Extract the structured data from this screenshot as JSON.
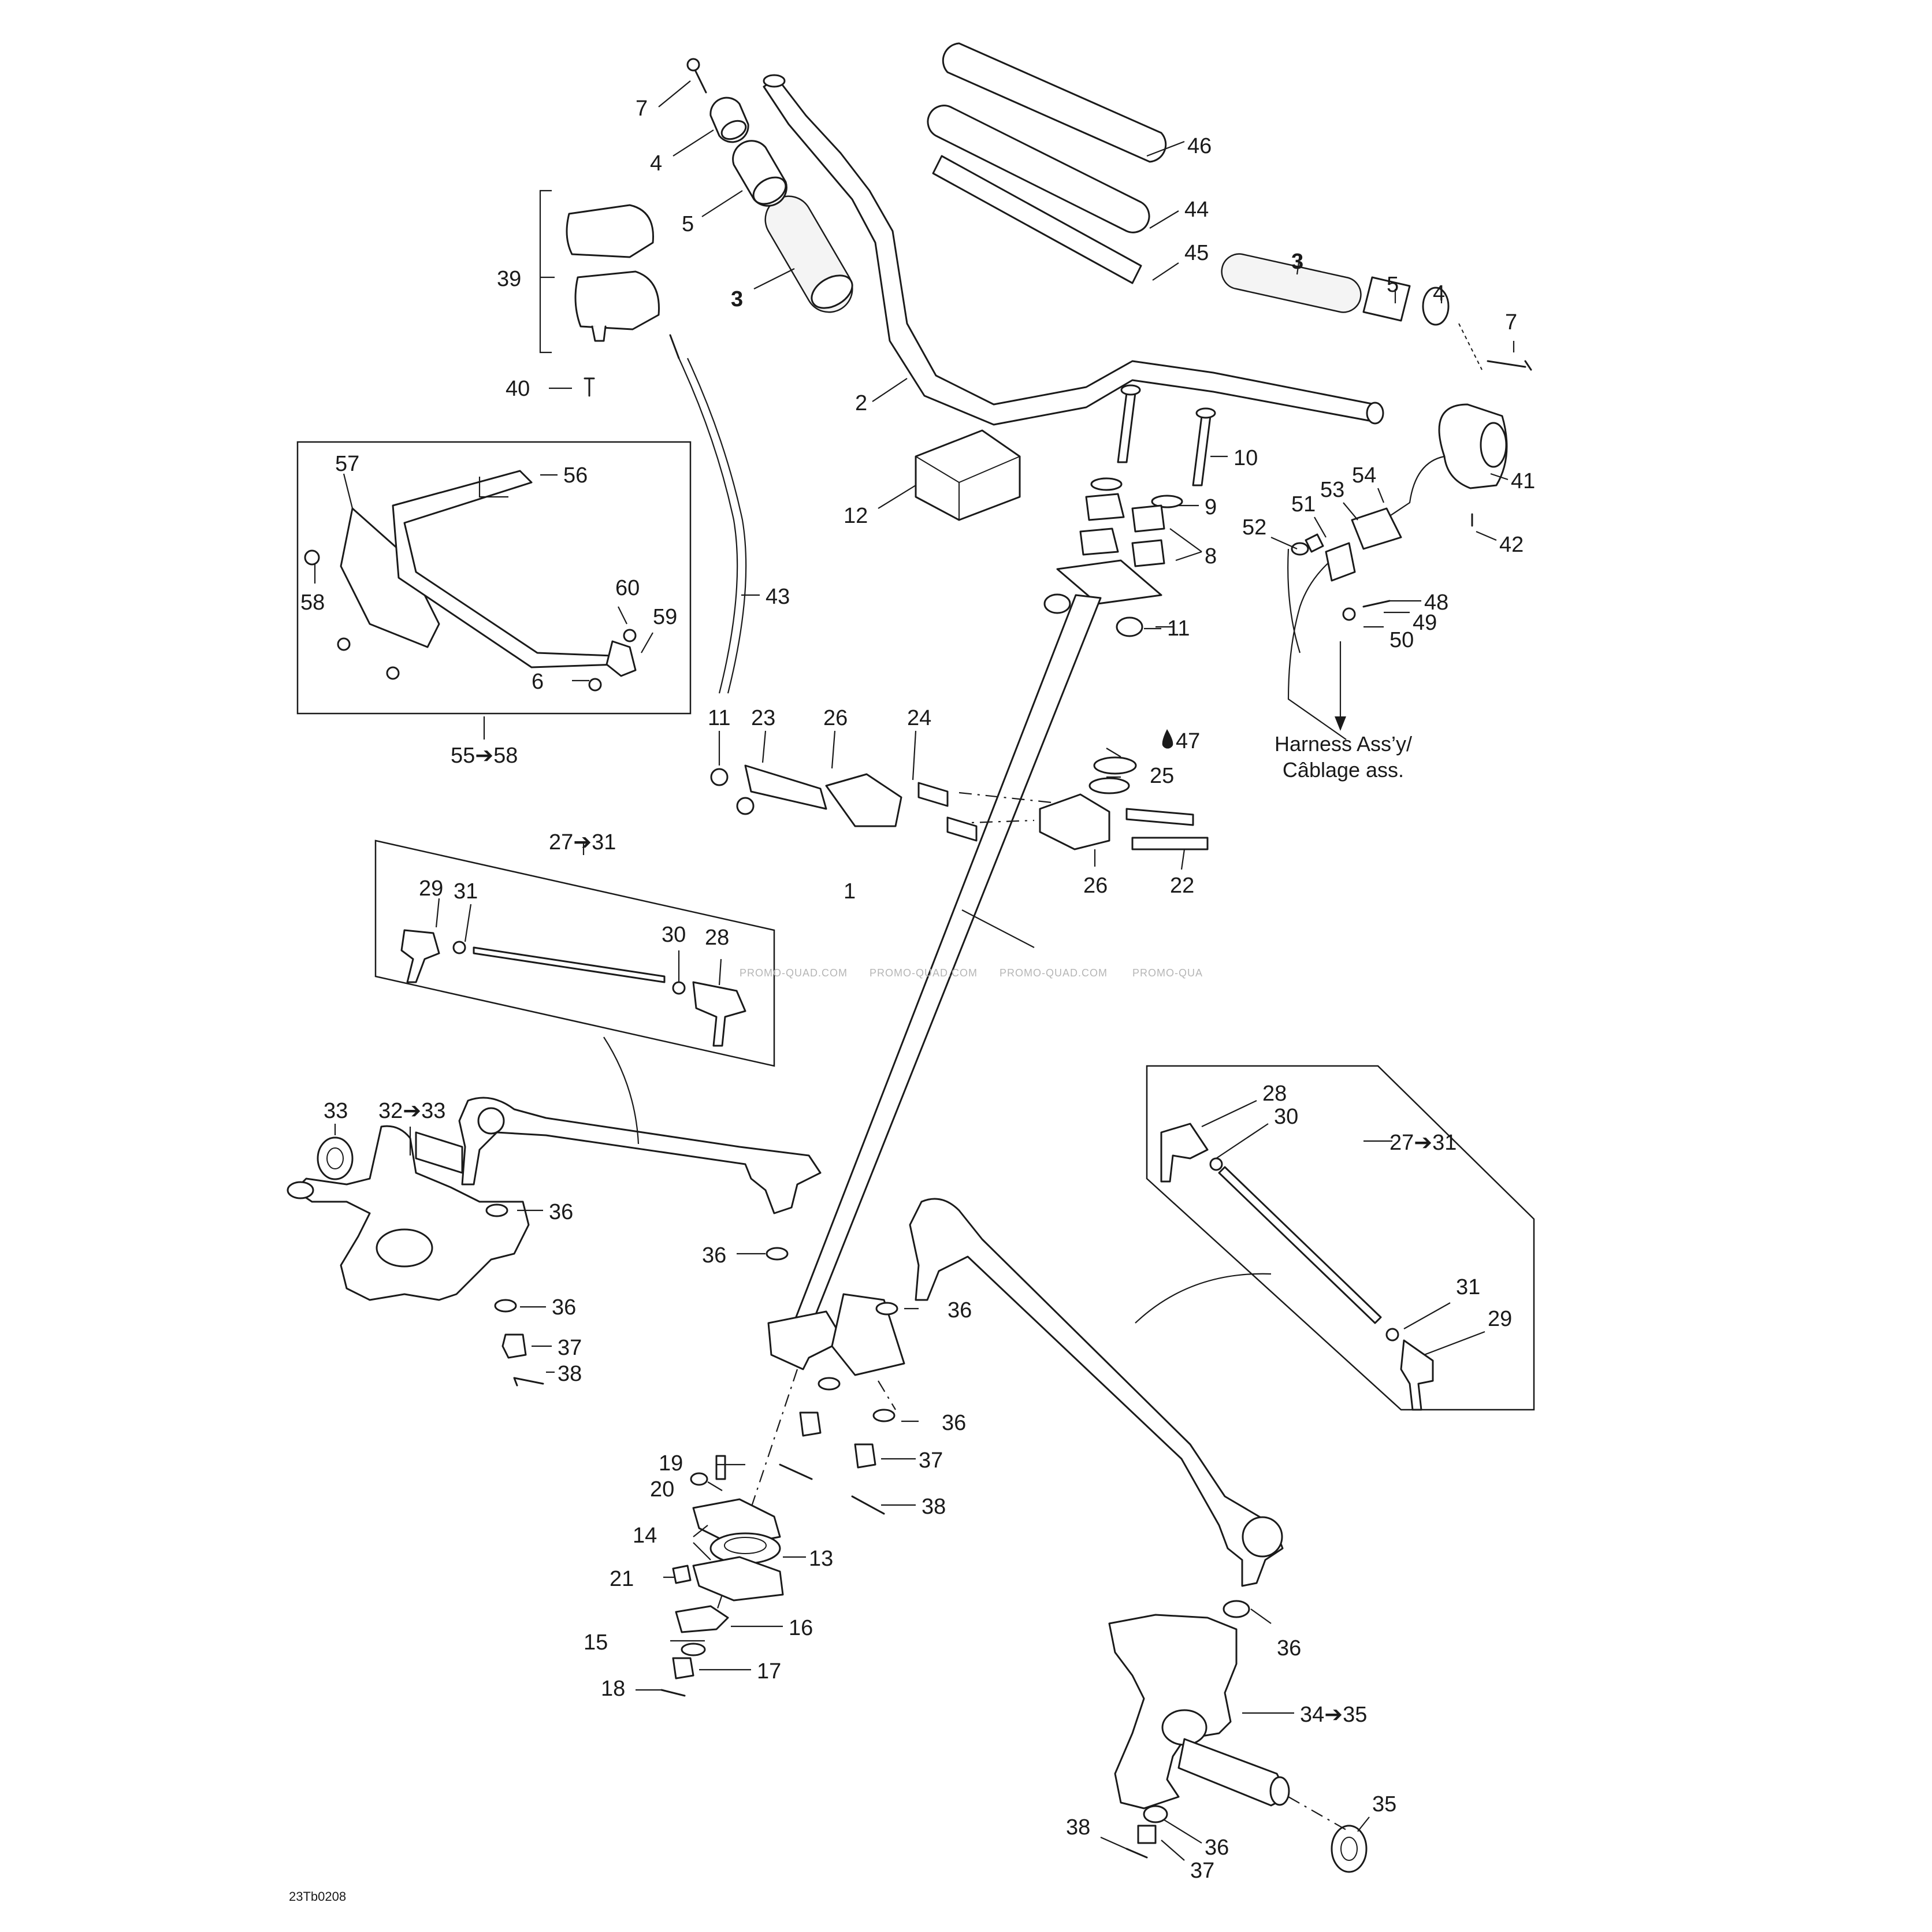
{
  "diagram": {
    "drawing_code": "23Tb0208",
    "watermark": [
      "PROMO-QUAD.COM",
      "PROMO-QUAD.COM",
      "PROMO-QUAD.COM",
      "PROMO-QUA"
    ],
    "harness_note": [
      "Harness Ass’y/",
      "Câblage ass."
    ],
    "kit_labels": {
      "hand_guard": "55➔58",
      "tie_rod_left": "27➔31",
      "tie_rod_right": "27➔31",
      "knuckle_left": "32➔33",
      "knuckle_right": "34➔35"
    },
    "callouts": [
      {
        "id": "c1",
        "label": "1"
      },
      {
        "id": "c2",
        "label": "2"
      },
      {
        "id": "c3a",
        "label": "3"
      },
      {
        "id": "c3b",
        "label": "3"
      },
      {
        "id": "c4a",
        "label": "4"
      },
      {
        "id": "c4b",
        "label": "4"
      },
      {
        "id": "c5a",
        "label": "5"
      },
      {
        "id": "c5b",
        "label": "5"
      },
      {
        "id": "c6",
        "label": "6"
      },
      {
        "id": "c7a",
        "label": "7"
      },
      {
        "id": "c7b",
        "label": "7"
      },
      {
        "id": "c8",
        "label": "8"
      },
      {
        "id": "c9",
        "label": "9"
      },
      {
        "id": "c10",
        "label": "10"
      },
      {
        "id": "c11a",
        "label": "11"
      },
      {
        "id": "c11b",
        "label": "11"
      },
      {
        "id": "c12",
        "label": "12"
      },
      {
        "id": "c13",
        "label": "13"
      },
      {
        "id": "c14",
        "label": "14"
      },
      {
        "id": "c15",
        "label": "15"
      },
      {
        "id": "c16",
        "label": "16"
      },
      {
        "id": "c17",
        "label": "17"
      },
      {
        "id": "c18",
        "label": "18"
      },
      {
        "id": "c19",
        "label": "19"
      },
      {
        "id": "c20",
        "label": "20"
      },
      {
        "id": "c21",
        "label": "21"
      },
      {
        "id": "c22",
        "label": "22"
      },
      {
        "id": "c23",
        "label": "23"
      },
      {
        "id": "c24",
        "label": "24"
      },
      {
        "id": "c25",
        "label": "25"
      },
      {
        "id": "c26a",
        "label": "26"
      },
      {
        "id": "c26b",
        "label": "26"
      },
      {
        "id": "c28a",
        "label": "28"
      },
      {
        "id": "c28b",
        "label": "28"
      },
      {
        "id": "c29a",
        "label": "29"
      },
      {
        "id": "c29b",
        "label": "29"
      },
      {
        "id": "c30a",
        "label": "30"
      },
      {
        "id": "c30b",
        "label": "30"
      },
      {
        "id": "c31a",
        "label": "31"
      },
      {
        "id": "c31b",
        "label": "31"
      },
      {
        "id": "c33",
        "label": "33"
      },
      {
        "id": "c35",
        "label": "35"
      },
      {
        "id": "c36a",
        "label": "36"
      },
      {
        "id": "c36b",
        "label": "36"
      },
      {
        "id": "c36c",
        "label": "36"
      },
      {
        "id": "c36d",
        "label": "36"
      },
      {
        "id": "c36e",
        "label": "36"
      },
      {
        "id": "c36f",
        "label": "36"
      },
      {
        "id": "c36g",
        "label": "36"
      },
      {
        "id": "c37a",
        "label": "37"
      },
      {
        "id": "c37b",
        "label": "37"
      },
      {
        "id": "c37c",
        "label": "37"
      },
      {
        "id": "c38a",
        "label": "38"
      },
      {
        "id": "c38b",
        "label": "38"
      },
      {
        "id": "c38c",
        "label": "38"
      },
      {
        "id": "c39",
        "label": "39"
      },
      {
        "id": "c40",
        "label": "40"
      },
      {
        "id": "c41",
        "label": "41"
      },
      {
        "id": "c42",
        "label": "42"
      },
      {
        "id": "c43",
        "label": "43"
      },
      {
        "id": "c44",
        "label": "44"
      },
      {
        "id": "c45",
        "label": "45"
      },
      {
        "id": "c46",
        "label": "46"
      },
      {
        "id": "c47",
        "label": "47"
      },
      {
        "id": "c48",
        "label": "48"
      },
      {
        "id": "c49",
        "label": "49"
      },
      {
        "id": "c50",
        "label": "50"
      },
      {
        "id": "c51",
        "label": "51"
      },
      {
        "id": "c52",
        "label": "52"
      },
      {
        "id": "c53",
        "label": "53"
      },
      {
        "id": "c54",
        "label": "54"
      },
      {
        "id": "c56",
        "label": "56"
      },
      {
        "id": "c57",
        "label": "57"
      },
      {
        "id": "c58",
        "label": "58"
      },
      {
        "id": "c59",
        "label": "59"
      },
      {
        "id": "c60",
        "label": "60"
      }
    ]
  }
}
